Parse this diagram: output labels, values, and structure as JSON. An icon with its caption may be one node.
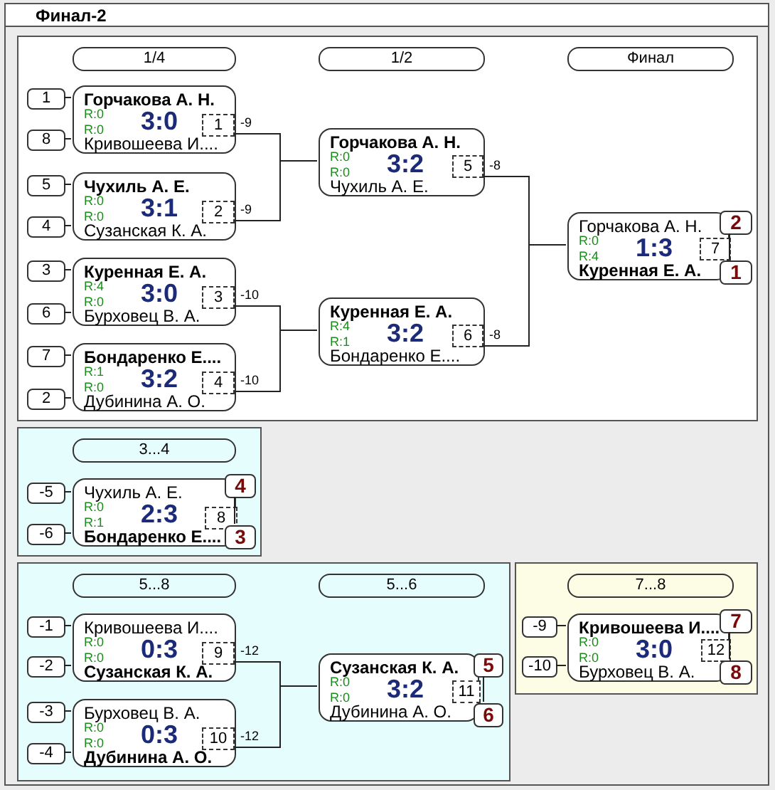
{
  "diagram": {
    "title": "Финал-2",
    "nodes": [
      {
        "text": [],
        "shape": "box"
      },
      {
        "text": [
          "1/4"
        ],
        "in": 0
      },
      {
        "text": [
          "1/2"
        ],
        "in": 0
      },
      {
        "text": [
          "Финал"
        ],
        "in": 0
      },
      {
        "text": [
          "1"
        ],
        "in": 0
      },
      {
        "text": [
          "Горчакова А. Н.",
          "R:0",
          "R:0",
          "3:0",
          "Кривошеева И...."
        ],
        "beside": [
          "-9"
        ],
        "in": 0
      },
      {
        "text": [
          "1"
        ],
        "in": 5
      },
      {
        "text": [
          "8"
        ],
        "in": 0
      },
      {
        "text": [
          "5"
        ],
        "in": 0
      },
      {
        "text": [
          "Чухиль А. Е.",
          "R:0",
          "R:0",
          "3:1",
          "Сузанская К. А."
        ],
        "beside": [
          "-9"
        ],
        "in": 0
      },
      {
        "text": [
          "2"
        ],
        "in": 9
      },
      {
        "text": [
          "4"
        ],
        "in": 0
      },
      {
        "text": [
          "3"
        ],
        "in": 0
      },
      {
        "text": [
          "Куренная Е. А.",
          "R:4",
          "R:0",
          "3:0",
          "Бурховец В. А."
        ],
        "beside": [
          "-10"
        ],
        "in": 0
      },
      {
        "text": [
          "3"
        ],
        "in": 13
      },
      {
        "text": [
          "6"
        ],
        "in": 0
      },
      {
        "text": [
          "7"
        ],
        "in": 0
      },
      {
        "text": [
          "Бондаренко Е....",
          "R:1",
          "R:0",
          "3:2",
          "Дубинина А. О."
        ],
        "beside": [
          "-10"
        ],
        "in": 0
      },
      {
        "text": [
          "4"
        ],
        "in": 17
      },
      {
        "text": [
          "2"
        ],
        "in": 0
      },
      {
        "text": [
          "Горчакова А. Н.",
          "R:0",
          "R:0",
          "3:2",
          "Чухиль А. Е."
        ],
        "beside": [
          "-8"
        ],
        "in": 0
      },
      {
        "text": [
          "5"
        ],
        "in": 20
      },
      {
        "text": [
          "Куренная Е. А.",
          "R:4",
          "R:1",
          "3:2",
          "Бондаренко Е...."
        ],
        "beside": [
          "-8"
        ],
        "in": 0
      },
      {
        "text": [
          "6"
        ],
        "in": 22
      },
      {
        "text": [
          "2"
        ],
        "in": 0
      },
      {
        "text": [
          "Горчакова А. Н.",
          "R:0",
          "R:4",
          "1:3",
          "Куренная Е. А."
        ],
        "in": 0
      },
      {
        "text": [
          "7"
        ],
        "in": 25
      },
      {
        "text": [
          "1"
        ],
        "in": 0
      },
      {
        "text": [],
        "shape": "box"
      },
      {
        "text": [
          "3...4"
        ],
        "in": 28
      },
      {
        "text": [
          "-5"
        ],
        "in": 28
      },
      {
        "text": [
          "Чухиль А. Е.",
          "R:0",
          "R:1",
          "2:3",
          "Бондаренко Е...."
        ],
        "in": 28
      },
      {
        "text": [
          "8"
        ],
        "in": 31
      },
      {
        "text": [
          "4"
        ],
        "in": 28
      },
      {
        "text": [
          "-6"
        ],
        "in": 28
      },
      {
        "text": [
          "3"
        ],
        "in": 28
      },
      {
        "text": [],
        "shape": "box"
      },
      {
        "text": [
          "5...8"
        ],
        "in": 36
      },
      {
        "text": [
          "5...6"
        ],
        "in": 36
      },
      {
        "text": [
          "-1"
        ],
        "in": 36
      },
      {
        "text": [
          "Кривошеева И....",
          "R:0",
          "R:0",
          "0:3",
          "Сузанская К. А."
        ],
        "beside": [
          "-12"
        ],
        "in": 36
      },
      {
        "text": [
          "9"
        ],
        "in": 40
      },
      {
        "text": [
          "-2"
        ],
        "in": 36
      },
      {
        "text": [
          "-3"
        ],
        "in": 36
      },
      {
        "text": [
          "Бурховец В. А.",
          "R:0",
          "R:0",
          "0:3",
          "Дубинина А. О."
        ],
        "beside": [
          "-12"
        ],
        "in": 36
      },
      {
        "text": [
          "10"
        ],
        "in": 44
      },
      {
        "text": [
          "-4"
        ],
        "in": 36
      },
      {
        "text": [
          "Сузанская К. А.",
          "R:0",
          "R:0",
          "3:2",
          "Дубинина А. О."
        ],
        "in": 36
      },
      {
        "text": [
          "11"
        ],
        "in": 47
      },
      {
        "text": [
          "5"
        ],
        "in": 36
      },
      {
        "text": [
          "6"
        ],
        "in": 36
      },
      {
        "text": [],
        "shape": "box"
      },
      {
        "text": [
          "7...8"
        ],
        "in": 51
      },
      {
        "text": [
          "-9"
        ],
        "in": 51
      },
      {
        "text": [
          "Кривошеева И....",
          "R:0",
          "R:0",
          "3:0",
          "Бурховец В. А."
        ],
        "in": 51
      },
      {
        "text": [
          "12"
        ],
        "in": 54
      },
      {
        "text": [
          "7"
        ],
        "in": 51
      },
      {
        "text": [
          "-10"
        ],
        "in": 51
      },
      {
        "text": [
          "8"
        ],
        "in": 51
      }
    ],
    "edges": [
      {
        "from": 4,
        "to": 5,
        "arrow": "none"
      },
      {
        "from": 7,
        "to": 5,
        "arrow": "none"
      },
      {
        "from": 8,
        "to": 9,
        "arrow": "none"
      },
      {
        "from": 11,
        "to": 9,
        "arrow": "none"
      },
      {
        "from": 12,
        "to": 13,
        "arrow": "none"
      },
      {
        "from": 15,
        "to": 13,
        "arrow": "none"
      },
      {
        "from": 16,
        "to": 17,
        "arrow": "none"
      },
      {
        "from": 19,
        "to": 17,
        "arrow": "none"
      },
      {
        "from": 5,
        "to": 20,
        "arrow": "none"
      },
      {
        "from": 9,
        "to": 20,
        "arrow": "none"
      },
      {
        "from": 13,
        "to": 22,
        "arrow": "none"
      },
      {
        "from": 17,
        "to": 22,
        "arrow": "none"
      },
      {
        "from": 20,
        "to": 25,
        "arrow": "none"
      },
      {
        "from": 22,
        "to": 25,
        "arrow": "none"
      },
      {
        "from": 24,
        "to": 27,
        "arrow": "none"
      },
      {
        "from": 30,
        "to": 31,
        "arrow": "none"
      },
      {
        "from": 34,
        "to": 31,
        "arrow": "none"
      },
      {
        "from": 33,
        "to": 35,
        "arrow": "none"
      },
      {
        "from": 39,
        "to": 40,
        "arrow": "none"
      },
      {
        "from": 42,
        "to": 40,
        "arrow": "none"
      },
      {
        "from": 43,
        "to": 44,
        "arrow": "none"
      },
      {
        "from": 46,
        "to": 44,
        "arrow": "none"
      },
      {
        "from": 40,
        "to": 47,
        "arrow": "none"
      },
      {
        "from": 44,
        "to": 47,
        "arrow": "none"
      },
      {
        "from": 49,
        "to": 50,
        "arrow": "none"
      },
      {
        "from": 53,
        "to": 54,
        "arrow": "none"
      },
      {
        "from": 57,
        "to": 54,
        "arrow": "none"
      },
      {
        "from": 56,
        "to": 58,
        "arrow": "none"
      }
    ]
  }
}
